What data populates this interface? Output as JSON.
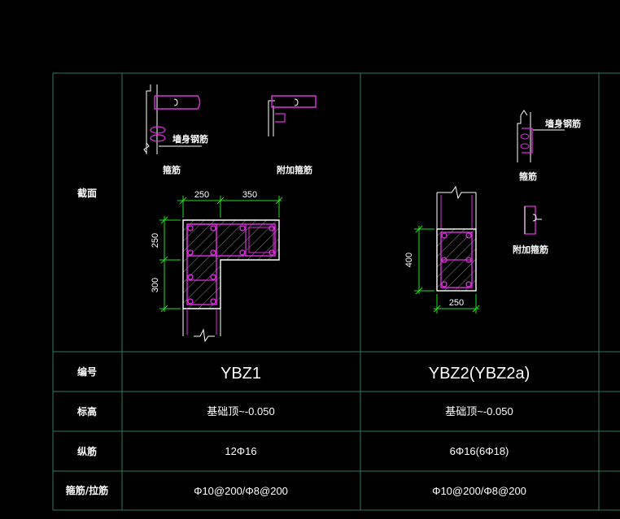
{
  "colors": {
    "background": "#000000",
    "grid_line": "#2e7a5e",
    "dimension": "#22e022",
    "rebar": "#e030e0",
    "outline": "#ffffff",
    "hatch": "#9a9a9a"
  },
  "row_labels": {
    "section": "截面",
    "code": "编号",
    "elevation": "标高",
    "longitudinal": "纵筋",
    "stirrup": "箍筋/拉筋"
  },
  "columns": [
    {
      "code": "YBZ1",
      "elevation": "基础顶~-0.050",
      "longitudinal": "12Φ16",
      "stirrup": "Φ10@200/Φ8@200",
      "detail_labels": {
        "wall_rebar": "墙身钢筋",
        "stirrup": "箍筋",
        "extra_stirrup": "附加箍筋"
      },
      "dimensions": {
        "top_left": "250",
        "top_right": "350",
        "side_upper": "250",
        "side_lower": "300"
      }
    },
    {
      "code": "YBZ2(YBZ2a)",
      "elevation": "基础顶~-0.050",
      "longitudinal": "6Φ16(6Φ18)",
      "stirrup": "Φ10@200/Φ8@200",
      "detail_labels": {
        "wall_rebar": "墙身钢筋",
        "stirrup": "箍筋",
        "extra_stirrup": "附加箍筋"
      },
      "dimensions": {
        "height": "400",
        "width": "250"
      }
    }
  ]
}
